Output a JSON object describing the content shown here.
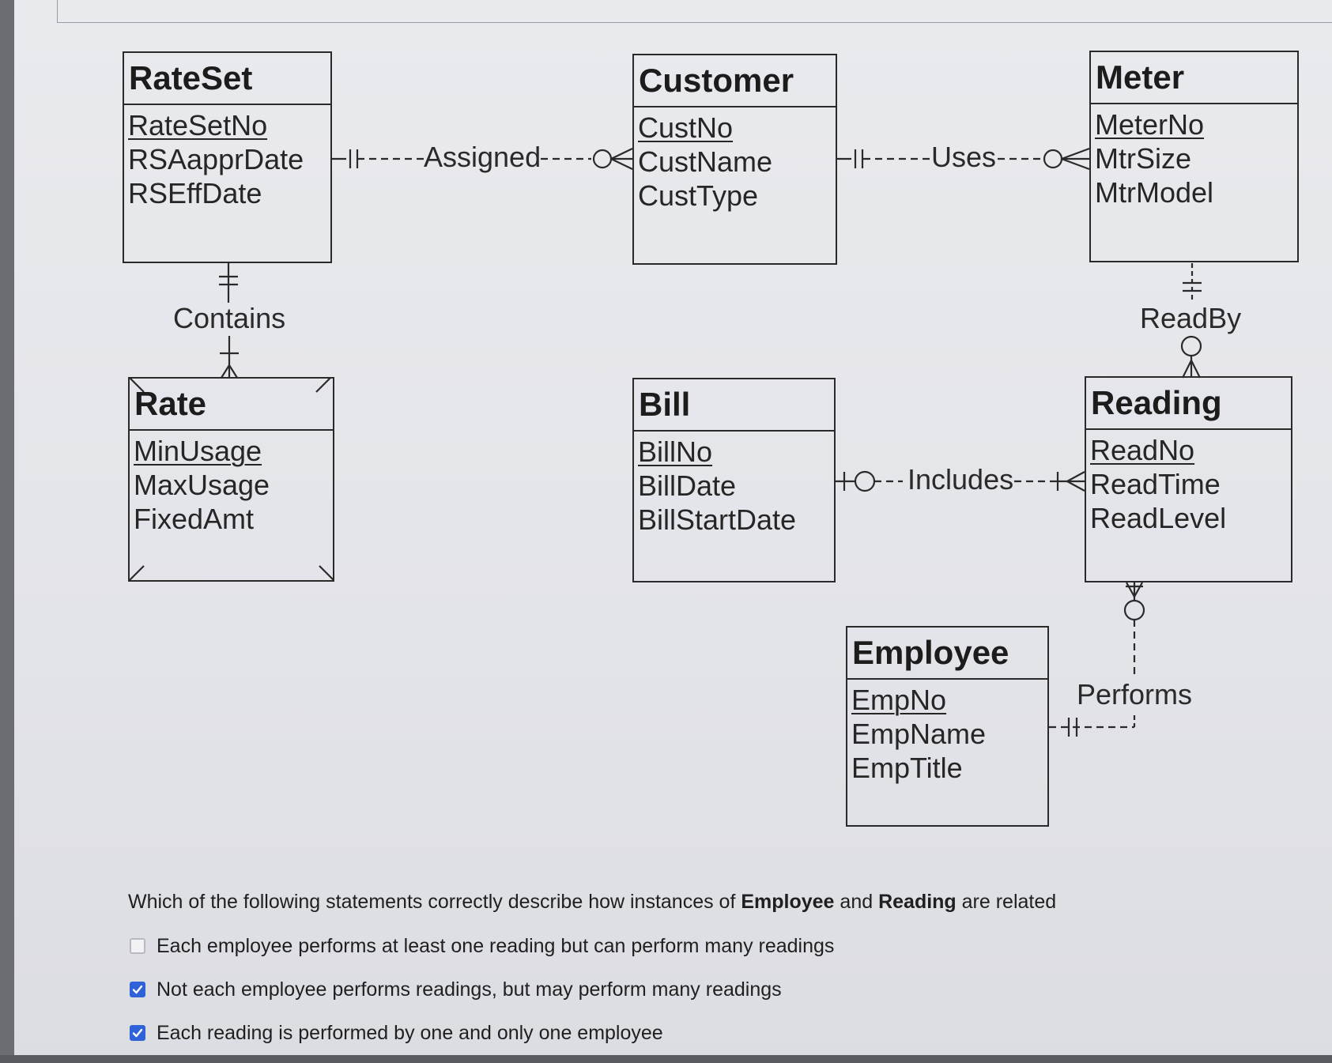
{
  "entities": {
    "rateset": {
      "title": "RateSet",
      "attributes": [
        "RateSetNo",
        "RSAapprDate",
        "RSEffDate"
      ]
    },
    "customer": {
      "title": "Customer",
      "attributes": [
        "CustNo",
        "CustName",
        "CustType"
      ]
    },
    "meter": {
      "title": "Meter",
      "attributes": [
        "MeterNo",
        "MtrSize",
        "MtrModel"
      ]
    },
    "rate": {
      "title": "Rate",
      "attributes": [
        "MinUsage",
        "MaxUsage",
        "FixedAmt"
      ]
    },
    "bill": {
      "title": "Bill",
      "attributes": [
        "BillNo",
        "BillDate",
        "BillStartDate"
      ]
    },
    "reading": {
      "title": "Reading",
      "attributes": [
        "ReadNo",
        "ReadTime",
        "ReadLevel"
      ]
    },
    "employee": {
      "title": "Employee",
      "attributes": [
        "EmpNo",
        "EmpName",
        "EmpTitle"
      ]
    }
  },
  "relationships": {
    "assigned": "Assigned",
    "uses": "Uses",
    "contains": "Contains",
    "readby": "ReadBy",
    "includes": "Includes",
    "performs": "Performs"
  },
  "question": {
    "text_before": "Which of the following statements correctly describe how instances of ",
    "entity_a": "Employee",
    "text_middle": " and ",
    "entity_b": "Reading",
    "text_after": " are related"
  },
  "options": [
    {
      "label": "Each employee performs at least one reading but can perform many readings",
      "checked": false
    },
    {
      "label": "Not each employee performs readings, but may perform many readings",
      "checked": true
    },
    {
      "label": "Each reading is performed by one and only one employee",
      "checked": true
    }
  ],
  "colors": {
    "checkbox_checked": "#2f61d8",
    "checkbox_unchecked": "#b8b9be"
  }
}
